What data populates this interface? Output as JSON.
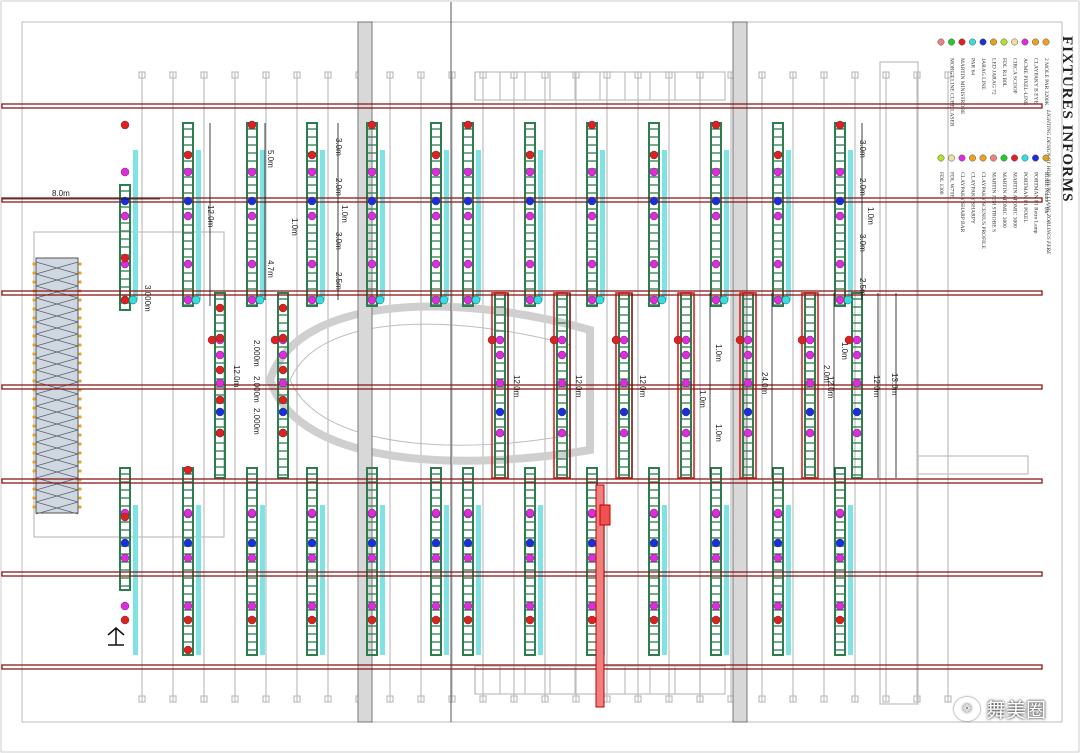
{
  "legend": {
    "title": "FIXTURES INFORMS",
    "subtitle": "LIGHTING DESIGN BY HON XIUNG LIANG ZORLINGS FERE",
    "left_items": [
      "2 MOLE PAR 3200K",
      "CLAYPAKY B EYE",
      "ACME PIXEL-LINE",
      "CIRCA SCOOP",
      "FDL R4 B0L",
      "LED JARAG 72",
      "JARAG LINE",
      "PAR 64",
      "MARTIN MINISTROBE",
      "MORGT LINE CUBE LASER"
    ],
    "right_items": [
      "ROBE Pointe - 60r",
      "PORTMAN P1 Retro Lamp",
      "PORTMAN P1 PIXEL",
      "MARTIN ATOMIC 3000",
      "MARTIN ATOMIC 3000",
      "MARTIN JEM STROBE S",
      "CLAYPAKY SCENIUS PROFILE",
      "CLAYPAKY SHARPY",
      "CLAYPAKY SHARP BAR",
      "FDL W7TE",
      "FDL 1300"
    ]
  },
  "dimensions": {
    "top_left_span": "8.0m",
    "side_short": "3.000m",
    "bay_a": [
      "5.0m",
      "1.0m",
      "4.7m",
      "12.0m"
    ],
    "bay_b": [
      "3.0m",
      "2.0m",
      "1.0m",
      "3.0m",
      "2.5m"
    ],
    "bay_c": [
      "2.000m",
      "2.000m",
      "2.000m",
      "12.0m"
    ],
    "center": [
      "12.0m",
      "12.0m",
      "12.0m",
      "1.0m",
      "1.0m",
      "1.0m",
      "24.0m",
      "12.0m"
    ],
    "right_bay": [
      "3.0m",
      "2.0m",
      "1.0m",
      "3.0m",
      "2.5m",
      "1.0m",
      "2.0m",
      "12.0m",
      "13.0m"
    ]
  },
  "truss_columns_top": [
    125,
    188,
    252,
    312,
    372,
    436,
    468,
    530,
    592,
    654,
    716,
    778,
    840
  ],
  "truss_columns_mid": [
    220,
    283,
    500,
    562,
    624,
    686,
    748,
    810,
    857
  ],
  "truss_columns_bottom": [
    125,
    188,
    252,
    312,
    372,
    436,
    468,
    530,
    592,
    654,
    716,
    778,
    840
  ],
  "pipe_rows": [
    106,
    200,
    293,
    387,
    481,
    574,
    667
  ],
  "watermark": {
    "icon": "wechat-icon",
    "text": "舞美圈"
  },
  "colors": {
    "truss_green": "#2e7d4f",
    "pipe_red": "#8b1a1a",
    "beam_red": "#e02020",
    "spot_blue": "#1a2ee0",
    "spot_magenta": "#e02ae0",
    "spot_cyan": "#30e0e0",
    "spot_orange": "#f0a020"
  }
}
